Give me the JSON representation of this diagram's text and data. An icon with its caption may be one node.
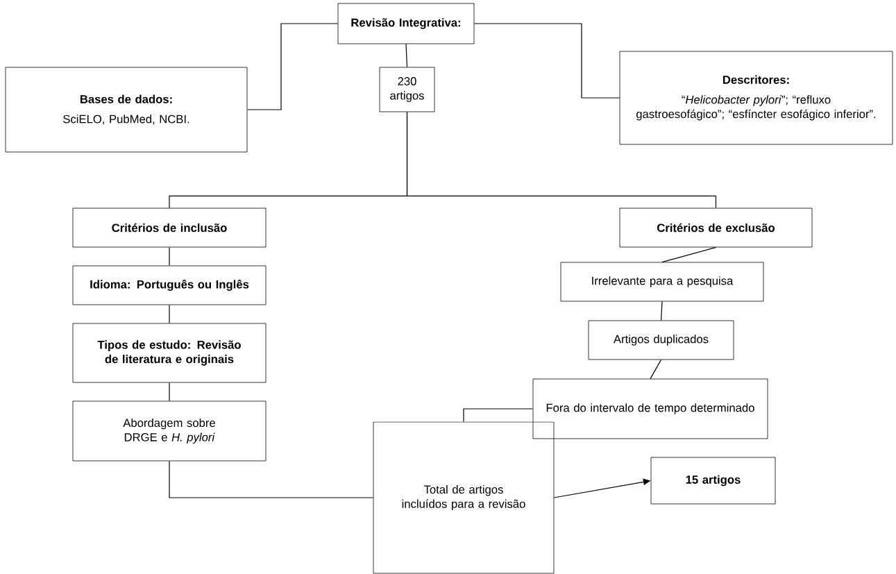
{
  "diagram": {
    "nodes": [
      {
        "text": [
          "Revisão Integrativa:"
        ]
      },
      {
        "text": [
          "Bases de dados:",
          "SciELO, PubMed, NCBI."
        ]
      },
      {
        "text": [
          "230 artigos"
        ]
      },
      {
        "text": [
          "Descritores:",
          "“*Helicobacter pylori*”; “refluxo gastroesofágico”; “esfíncter esofágico inferior”."
        ]
      },
      {
        "text": [
          "Critérios de inclusão"
        ]
      },
      {
        "text": [
          "Critérios de exclusão"
        ]
      },
      {
        "text": [
          "Idioma: Português ou Inglês"
        ]
      },
      {
        "text": [
          "Tipos de estudo: Revisão de literatura e originais"
        ]
      },
      {
        "text": [
          "Abordagem sobre DRGE e *H. pylori*"
        ]
      },
      {
        "text": [
          "Irrelevante para a pesquisa"
        ]
      },
      {
        "text": [
          "Artigos duplicados"
        ]
      },
      {
        "text": [
          "Fora do intervalo de tempo determinado"
        ]
      },
      {
        "text": [
          "Total de artigos incluídos para a revisão"
        ]
      },
      {
        "text": [
          "15 artigos"
        ]
      }
    ],
    "edges": [
      {
        "from": 0,
        "to": 1,
        "arrow": "none"
      },
      {
        "from": 0,
        "to": 3,
        "arrow": "none"
      },
      {
        "from": 0,
        "to": 2,
        "arrow": "none"
      },
      {
        "from": 2,
        "to": 4,
        "arrow": "none"
      },
      {
        "from": 2,
        "to": 5,
        "arrow": "none"
      },
      {
        "from": 4,
        "to": 6,
        "arrow": "none"
      },
      {
        "from": 6,
        "to": 7,
        "arrow": "none"
      },
      {
        "from": 7,
        "to": 8,
        "arrow": "none"
      },
      {
        "from": 5,
        "to": 9,
        "arrow": "none"
      },
      {
        "from": 9,
        "to": 10,
        "arrow": "none"
      },
      {
        "from": 10,
        "to": 11,
        "arrow": "none"
      },
      {
        "from": 8,
        "to": 12,
        "arrow": "none"
      },
      {
        "from": 11,
        "to": 12,
        "arrow": "none"
      },
      {
        "from": 12,
        "to": 13,
        "arrow": "to"
      }
    ]
  }
}
